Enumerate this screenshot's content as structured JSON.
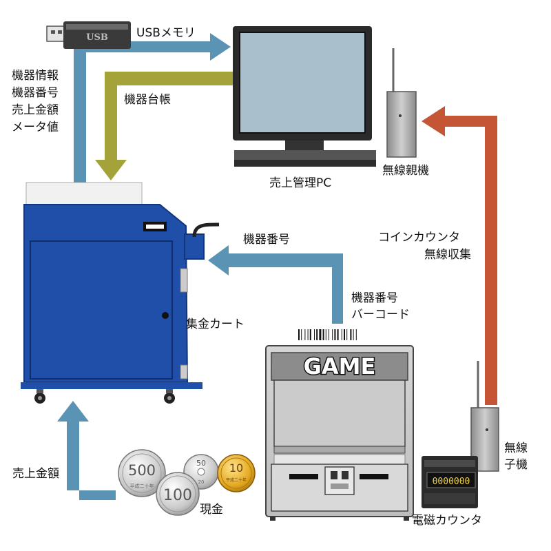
{
  "labels": {
    "usb_memory": "USBメモリ",
    "usb_stick": "USB",
    "machine_info_lines": [
      "機器情報",
      "機器番号",
      "売上金額",
      "メータ値"
    ],
    "machine_ledger": "機器台帳",
    "sales_pc": "売上管理PC",
    "wireless_base": "無線親機",
    "coin_counter_wireless": [
      "コインカウンタ",
      "無線収集"
    ],
    "machine_number": "機器番号",
    "machine_number_barcode": [
      "機器番号",
      "バーコード"
    ],
    "collection_cart": "集金カート",
    "game": "GAME",
    "wireless_slave": [
      "無線",
      "子機"
    ],
    "electromagnetic_counter": "電磁カウンタ",
    "sales_amount": "売上金額",
    "cash": "現金",
    "coin_500": "500",
    "coin_500_sub": "平成二十年",
    "coin_100": "100",
    "coin_50": "50",
    "coin_50_sub": "20",
    "coin_10": "10",
    "coin_10_sub": "平成二十年",
    "counter_digits": "0000000"
  },
  "colors": {
    "blue_arrow": "#5b93b5",
    "olive_arrow": "#a3a33a",
    "red_arrow": "#c45535",
    "cart_blue": "#1f4fa8",
    "pc_screen": "#a9c0cc"
  }
}
